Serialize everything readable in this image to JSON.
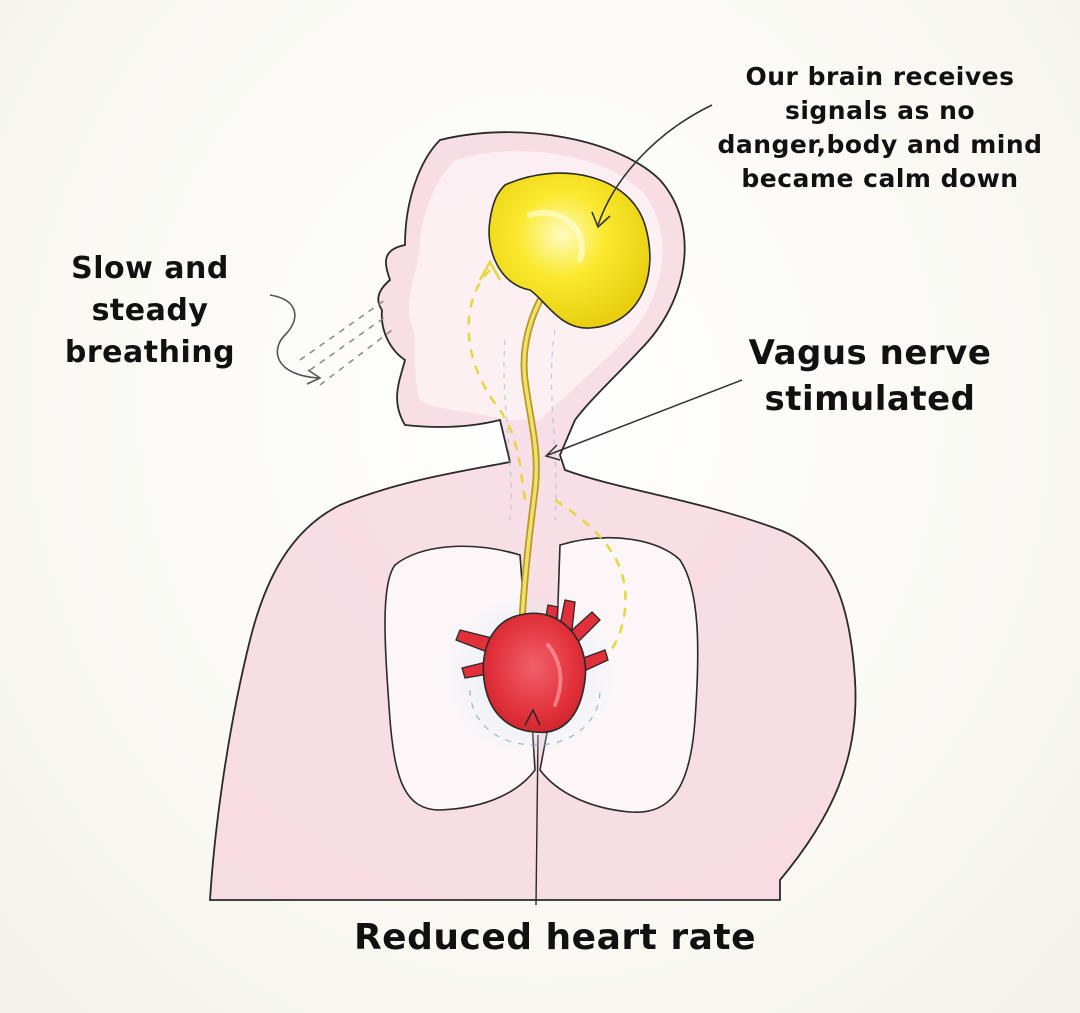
{
  "labels": {
    "brain": [
      "Our brain receives",
      "signals as no",
      "danger,body and mind",
      "became calm down"
    ],
    "breathing": [
      "Slow and",
      "steady",
      "breathing"
    ],
    "vagus": [
      "Vagus nerve",
      "stimulated"
    ],
    "heart": "Reduced heart rate"
  },
  "colors": {
    "skin": "#f6d3de",
    "outline": "#2a2a2a",
    "brain": "#fbe92e",
    "nerve": "#e8d64a",
    "heart": "#e4343e",
    "signal_dash": "#e6d640",
    "glow": "#d8eef6"
  }
}
